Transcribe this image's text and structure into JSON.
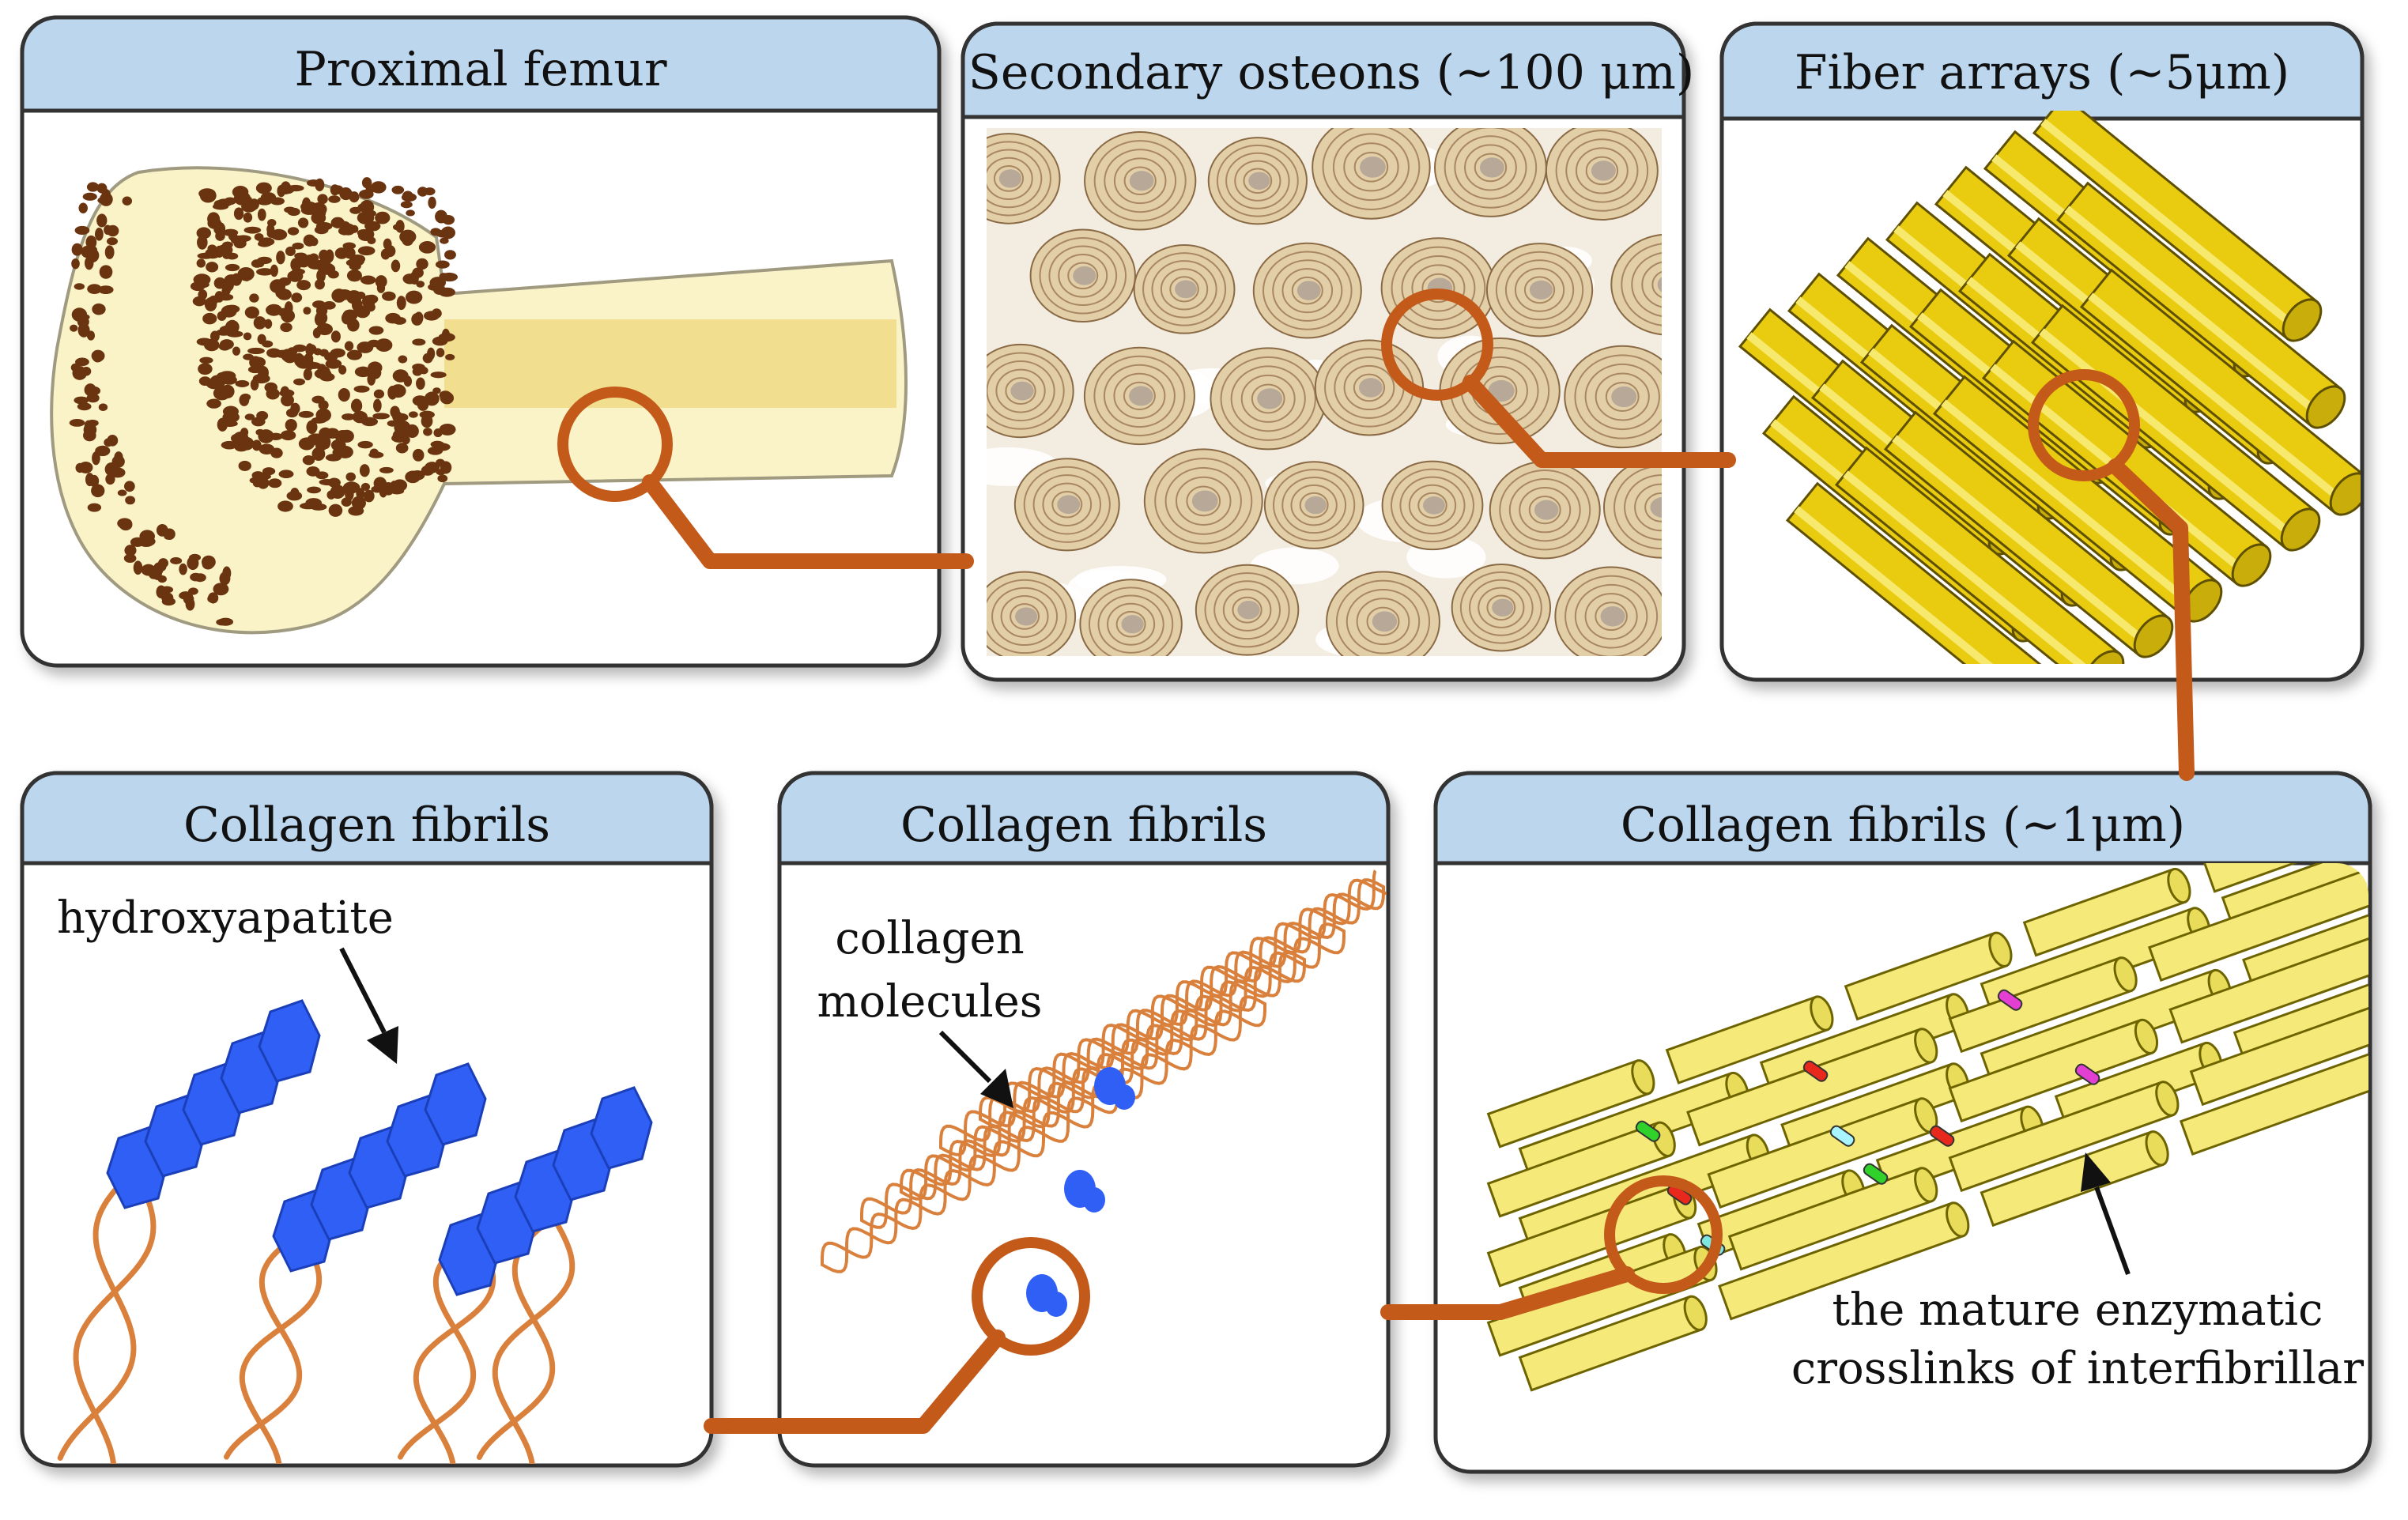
{
  "panels": {
    "femur": {
      "title": "Proximal femur"
    },
    "osteons": {
      "title": "Secondary osteons (~100 μm)"
    },
    "fiber_arrays": {
      "title": "Fiber arrays (~5μm)"
    },
    "mineralized_fibrils": {
      "title": "Collagen fibrils",
      "annotation": "hydroxyapatite"
    },
    "molecule_fibrils": {
      "title": "Collagen fibrils",
      "annotation_line1": "collagen",
      "annotation_line2": "molecules"
    },
    "crosslinked_fibrils": {
      "title": "Collagen fibrils (~1μm)",
      "annotation_line1": "the mature enzymatic",
      "annotation_line2": "crosslinks of interfibrillar"
    }
  },
  "colors": {
    "header_fill": "#bcd6ee",
    "panel_border": "#333333",
    "magnifier": "#c35a1a",
    "bone_cream": "#fbf3c8",
    "trabecular_dots": "#6b3410",
    "osteon_tan": "#e2cfa8",
    "fiber_gold": "#e9cb0f",
    "fibril_yellow": "#f5ea79",
    "mineral_blue": "#2f5ff5",
    "helix_orange": "#d9813c"
  }
}
